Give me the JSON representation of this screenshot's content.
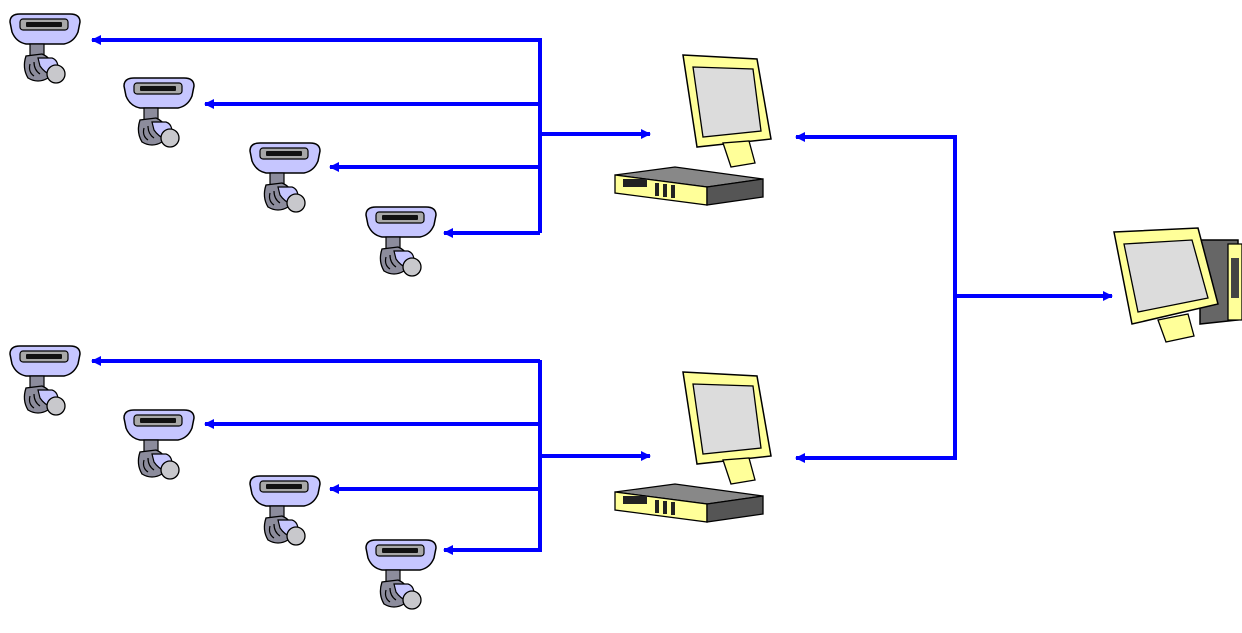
{
  "colors": {
    "connector": "#0000ff",
    "camera_body": "#c6c6ff",
    "camera_dark": "#8c8c9c",
    "camera_shade": "#a8a8a8",
    "monitor_frame": "#ffff99",
    "screen": "#dcdcdc",
    "tower_dark": "#666666",
    "outline": "#000000"
  },
  "nodes": {
    "camera_groups": [
      {
        "id": "group-top",
        "camera_count": 4,
        "target": "workstation-top"
      },
      {
        "id": "group-bottom",
        "camera_count": 4,
        "target": "workstation-bottom"
      }
    ],
    "workstations": [
      {
        "id": "workstation-top",
        "icon": "desktop-computer-icon"
      },
      {
        "id": "workstation-bottom",
        "icon": "desktop-computer-icon"
      }
    ],
    "server": {
      "id": "central-server",
      "icon": "server-monitor-icon"
    }
  }
}
